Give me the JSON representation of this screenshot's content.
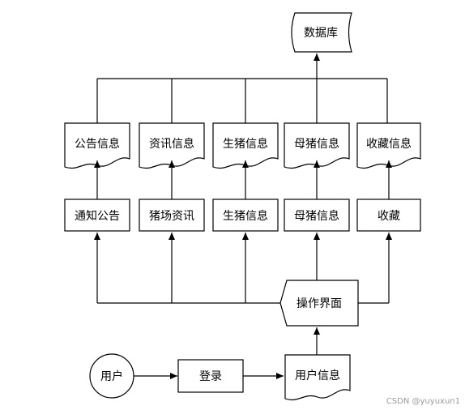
{
  "database": {
    "label": "数据库"
  },
  "documents": [
    {
      "id": "notice_info",
      "label": "公告信息"
    },
    {
      "id": "news_info",
      "label": "资讯信息"
    },
    {
      "id": "pig_info",
      "label": "生猪信息"
    },
    {
      "id": "sow_info",
      "label": "母猪信息"
    },
    {
      "id": "favorite_info",
      "label": "收藏信息"
    }
  ],
  "modules": [
    {
      "id": "notice",
      "label": "通知公告"
    },
    {
      "id": "news",
      "label": "猪场资讯"
    },
    {
      "id": "pig",
      "label": "生猪信息"
    },
    {
      "id": "sow",
      "label": "母猪信息"
    },
    {
      "id": "favorite",
      "label": "收藏"
    }
  ],
  "operation": {
    "label": "操作界面"
  },
  "user": {
    "label": "用户"
  },
  "login": {
    "label": "登录"
  },
  "user_info": {
    "label": "用户信息"
  },
  "watermark": "CSDN @yuyuxun1"
}
